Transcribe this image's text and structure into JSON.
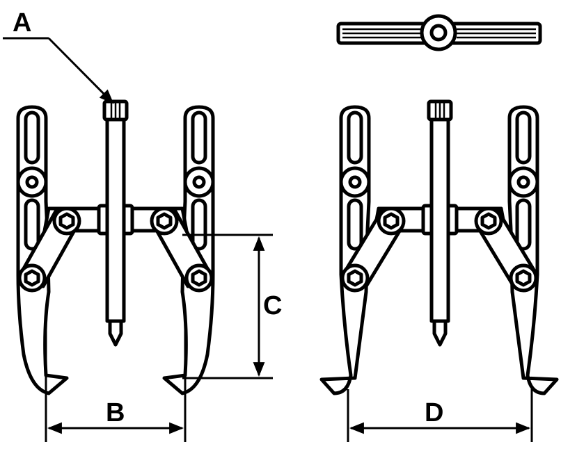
{
  "labels": {
    "a": "A",
    "b": "B",
    "c": "C",
    "d": "D"
  },
  "colors": {
    "line": "#000000",
    "fill": "#ffffff"
  },
  "parts": {
    "left_view": "puller-jaw-adjusted-inward",
    "right_view": "puller-jaw-reversed-outward",
    "top_view": "crossbar-top-view",
    "spindle": "forcing-screw"
  }
}
